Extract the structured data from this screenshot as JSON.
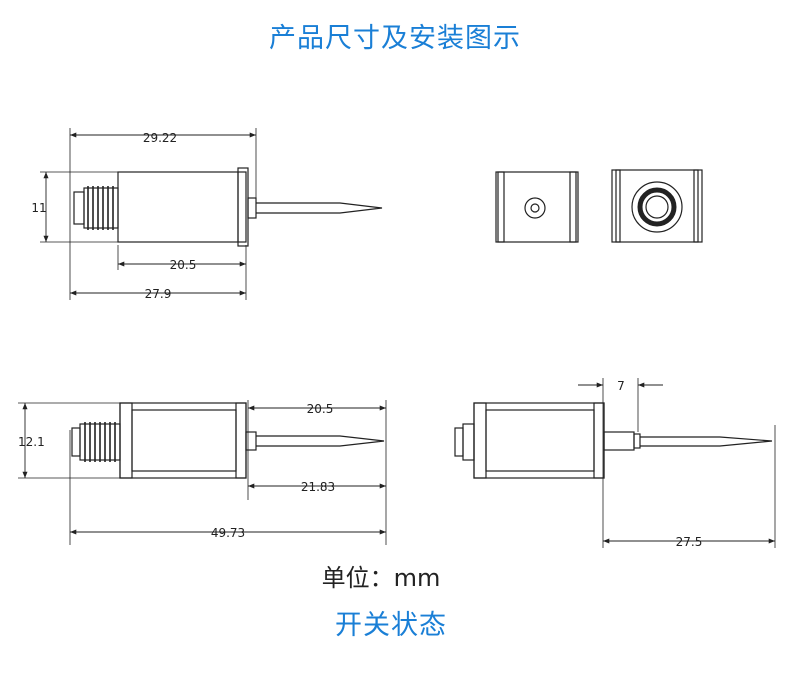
{
  "title": "产品尺寸及安装图示",
  "unit_label": "单位：mm",
  "status_label": "开关状态",
  "dimensions": {
    "top_length": "29.22",
    "top_height": "11",
    "top_body": "20.5",
    "top_overall": "27.9",
    "bottom_height": "12.1",
    "bottom_plunger": "20.5",
    "bottom_extended": "21.83",
    "bottom_total": "49.73",
    "stroke": "7",
    "side_overall": "27.5"
  },
  "colors": {
    "accent": "#1a7fd6",
    "line": "#222222"
  }
}
